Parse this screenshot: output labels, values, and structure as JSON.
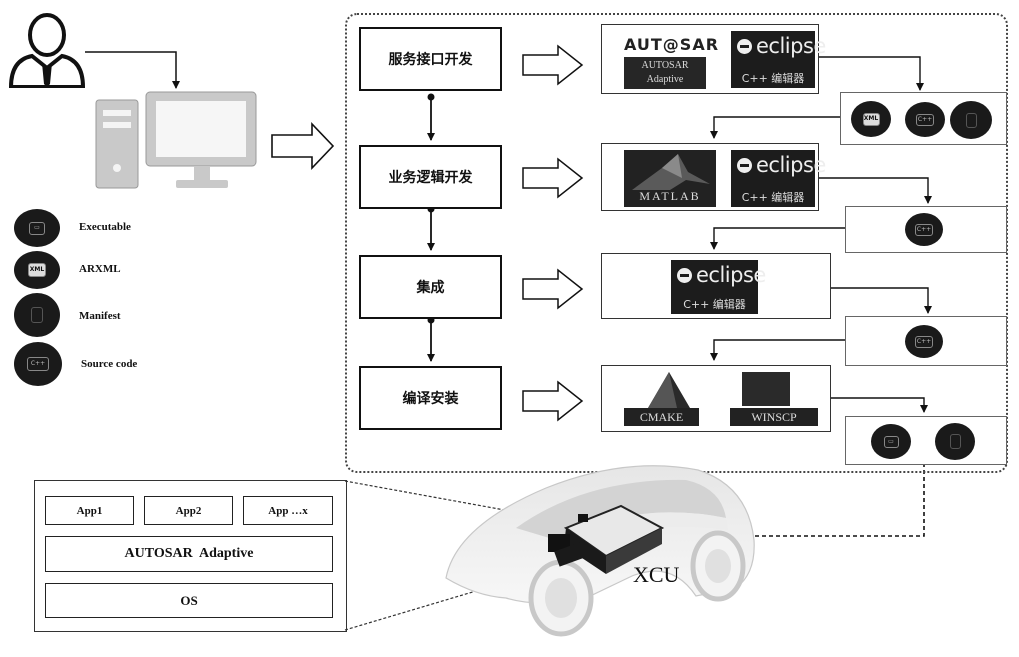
{
  "steps": {
    "service_interface": "服务接口开发",
    "business_logic": "业务逻辑开发",
    "integration": "集成",
    "compile_install": "编译安装"
  },
  "tools": {
    "autosar_logo": "AUT@SAR",
    "autosar_sub1": "AUTOSAR",
    "autosar_sub2": "Adaptive",
    "eclipse_word": "eclipse",
    "eclipse_sub": "C++ 编辑器",
    "matlab": "MATLAB",
    "cmake": "CMAKE",
    "winscp": "WINSCP"
  },
  "legend": {
    "executable": "Executable",
    "arxml": "ARXML",
    "manifest": "Manifest",
    "source_code": "Source code"
  },
  "stack": {
    "app1": "App1",
    "app2": "App2",
    "appx": "App …x",
    "autosar": "AUTOSAR  Adaptive",
    "os": "OS"
  },
  "xcu_label": "XCU",
  "icons": {
    "person": "user-icon",
    "computer": "desktop-computer-icon",
    "executable": "executable-icon",
    "arxml": "arxml-file-icon",
    "manifest": "manifest-icon",
    "source": "source-code-icon",
    "car": "car-icon",
    "ecu": "ecu-hardware-icon"
  }
}
